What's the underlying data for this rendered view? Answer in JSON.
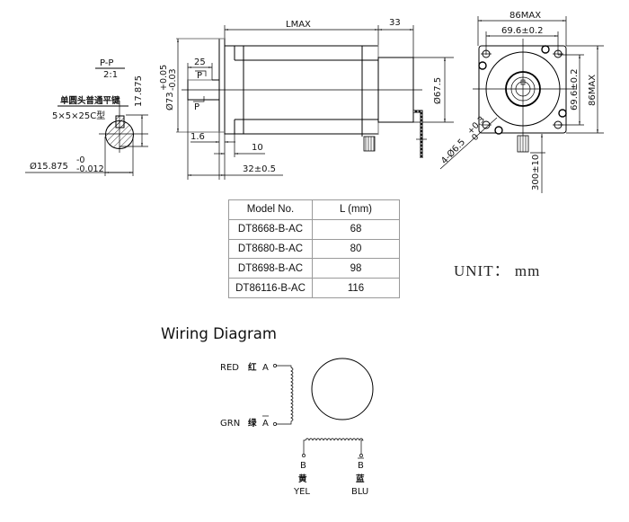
{
  "section_view": {
    "title": "P-P",
    "scale": "2:1",
    "key_label_cn": "单圆头普通平键",
    "key_size": "5×5×25C型",
    "key_height_dim": "17.875",
    "shaft_dia_dim": "Ø15.875",
    "shaft_tol_upper": "-0",
    "shaft_tol_lower": "-0.012"
  },
  "side_view": {
    "lmax_label": "LMAX",
    "shaft_ext_dim": "33",
    "flange_dia_dim": "Ø73",
    "flange_tol_upper": "+0.05",
    "flange_tol_lower": "-0.03",
    "key_len_dim": "25",
    "section_marker": "P",
    "boss_dim": "1.6",
    "flange_thk_dim": "10",
    "shaft_len_dim": "32±0.5",
    "rear_dia_dim": "Ø67.5"
  },
  "front_view": {
    "width_max_dim": "86MAX",
    "hole_spacing_h_dim": "69.6±0.2",
    "hole_spacing_v_dim": "69.6±0.2",
    "height_max_dim": "86MAX",
    "hole_dim": "4-Ø6.5",
    "hole_tol_upper": "+0.3",
    "hole_tol_lower": "0",
    "lead_len_dim": "300±10"
  },
  "model_table": {
    "headers": [
      "Model No.",
      "L  (mm)"
    ],
    "rows": [
      [
        "DT8668-B-AC",
        "68"
      ],
      [
        "DT8680-B-AC",
        "80"
      ],
      [
        "DT8698-B-AC",
        "98"
      ],
      [
        "DT86116-B-AC",
        "116"
      ]
    ]
  },
  "unit_label": "UNIT：  mm",
  "wiring": {
    "title": "Wiring Diagram",
    "phase_a": {
      "color_en": "RED",
      "color_cn": "红",
      "terminal": "A"
    },
    "phase_a_bar": {
      "color_en": "GRN",
      "color_cn": "绿",
      "terminal": "A"
    },
    "phase_b": {
      "color_en": "YEL",
      "color_cn": "黄",
      "terminal": "B"
    },
    "phase_b_bar": {
      "color_en": "BLU",
      "color_cn": "蓝",
      "terminal": "B"
    }
  }
}
